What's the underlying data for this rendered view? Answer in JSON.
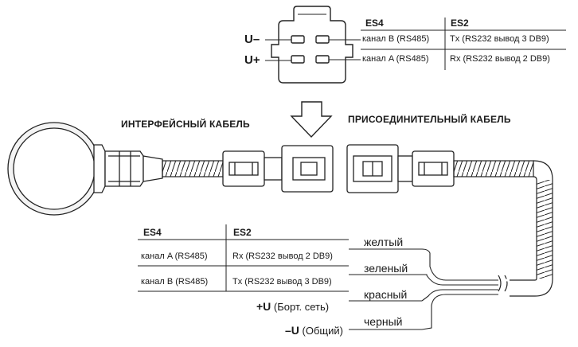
{
  "connector_table": {
    "col1_header": "ES4",
    "col2_header": "ES2",
    "rows": [
      {
        "es4": "канал B (RS485)",
        "es2": "Tx (RS232 вывод 3 DB9)"
      },
      {
        "es4": "канал A (RS485)",
        "es2": "Rx (RS232 вывод 2 DB9)"
      }
    ]
  },
  "pins": {
    "u_minus_symbol": "U",
    "u_minus_sign": "–",
    "u_plus_symbol": "U",
    "u_plus_sign": "+"
  },
  "captions": {
    "interface_cable": "ИНТЕРФЕЙСНЫЙ КАБЕЛЬ",
    "connecting_cable": "ПРИСОЕДИНИТЕЛЬНЫЙ КАБЕЛЬ"
  },
  "wire_table": {
    "col1_header": "ES4",
    "col2_header": "ES2",
    "rows": [
      {
        "es4": "канал A (RS485)",
        "es2": "Rx (RS232 вывод 2 DB9)"
      },
      {
        "es4": "канал B (RS485)",
        "es2": "Tx (RS232 вывод 3 DB9)"
      }
    ]
  },
  "power": {
    "plus_symbol": "+U",
    "plus_desc": "(Борт. сеть)",
    "minus_symbol": "–U",
    "minus_desc": "(Общий)"
  },
  "wires": [
    {
      "label": "желтый"
    },
    {
      "label": "зеленый"
    },
    {
      "label": "красный"
    },
    {
      "label": "черный"
    }
  ],
  "colors": {
    "ink": "#1a1a1a",
    "light_fill": "#f0f0f0",
    "background": "#ffffff"
  }
}
